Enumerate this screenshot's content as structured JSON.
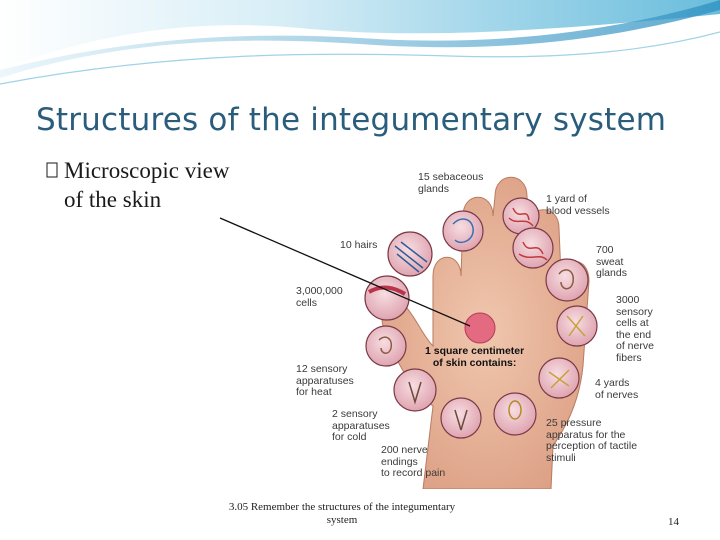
{
  "slide": {
    "title": "Structures of the integumentary system",
    "bullet": {
      "line1": "Microscopic view",
      "line2": "of the skin"
    },
    "footer": "3.05 Remember the structures of the integumentary system",
    "page_number": "14"
  },
  "figure": {
    "center_label_line1": "1 square centimeter",
    "center_label_line2": "of skin contains:",
    "callouts": [
      {
        "id": "sebaceous",
        "text": "15 sebaceous\nglands"
      },
      {
        "id": "blood-vessels",
        "text": "1 yard of\nblood vessels"
      },
      {
        "id": "hairs",
        "text": "10 hairs"
      },
      {
        "id": "sweat",
        "text": "700\nsweat\nglands"
      },
      {
        "id": "cells",
        "text": "3,000,000\ncells"
      },
      {
        "id": "sensory-cells",
        "text": "3000\nsensory\ncells at\nthe end\nof nerve\nfibers"
      },
      {
        "id": "heat",
        "text": "12 sensory\napparatuses\nfor heat"
      },
      {
        "id": "nerves",
        "text": "4 yards\nof nerves"
      },
      {
        "id": "cold",
        "text": "2 sensory\napparatuses\nfor cold"
      },
      {
        "id": "pressure",
        "text": "25 pressure\napparatus for the\nperception of tactile\nstimuli"
      },
      {
        "id": "pain",
        "text": "200 nerve\nendings\nto record pain"
      }
    ]
  },
  "colors": {
    "title": "#2a5d7c",
    "swoosh_light": "#bfe3f1",
    "swoosh_dark": "#3aa0c8",
    "hand_skin": "#e9b9a0",
    "circle_fill": "#f2c7d0",
    "center_circle": "#e46a82"
  }
}
